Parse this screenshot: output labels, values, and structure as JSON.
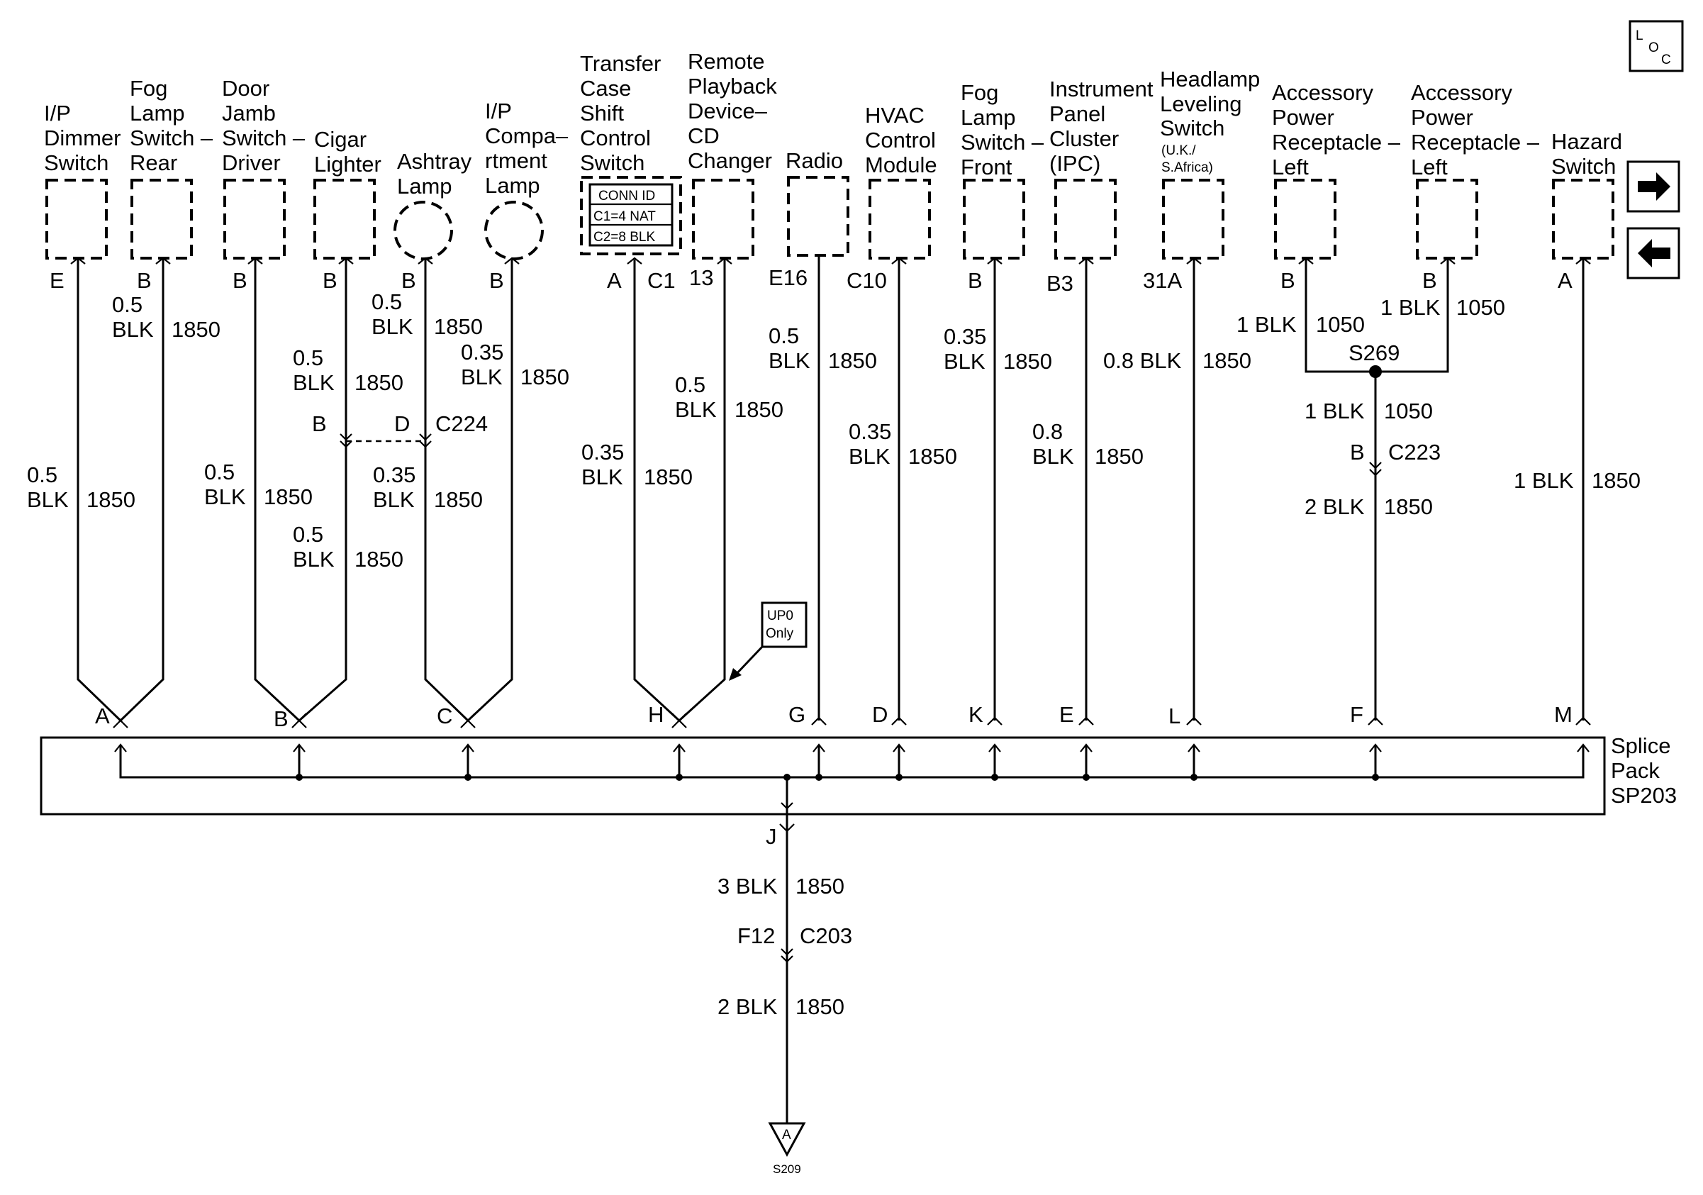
{
  "components": [
    {
      "id": "dimmer",
      "lines": [
        "I/P",
        "Dimmer",
        "Switch"
      ],
      "pin": "E"
    },
    {
      "id": "fog-rear",
      "lines": [
        "Fog",
        "Lamp",
        "Switch –",
        "Rear"
      ],
      "pin": "B"
    },
    {
      "id": "door-jamb",
      "lines": [
        "Door",
        "Jamb",
        "Switch –",
        "Driver"
      ],
      "pin": "B"
    },
    {
      "id": "cigar",
      "lines": [
        "Cigar",
        "Lighter"
      ],
      "pin": "B"
    },
    {
      "id": "ashtray",
      "lines": [
        "Ashtray",
        "Lamp"
      ],
      "pin": "B"
    },
    {
      "id": "compartment",
      "lines": [
        "I/P",
        "Compa–",
        "rtment",
        "Lamp"
      ],
      "pin": "B"
    },
    {
      "id": "transfer-case",
      "lines": [
        "Transfer",
        "Case",
        "Shift",
        "Control",
        "Switch"
      ],
      "pin": "A",
      "pin2": "C1"
    },
    {
      "id": "remote-playback",
      "lines": [
        "Remote",
        "Playback",
        "Device–",
        "CD",
        "Changer"
      ],
      "pin": "13"
    },
    {
      "id": "radio",
      "lines": [
        "Radio"
      ],
      "pin": "E16"
    },
    {
      "id": "hvac",
      "lines": [
        "HVAC",
        "Control",
        "Module"
      ],
      "pin": "C10"
    },
    {
      "id": "fog-front",
      "lines": [
        "Fog",
        "Lamp",
        "Switch –",
        "Front"
      ],
      "pin": "B"
    },
    {
      "id": "ipc",
      "lines": [
        "Instrument",
        "Panel",
        "Cluster",
        "(IPC)"
      ],
      "pin": "B3"
    },
    {
      "id": "headlamp-leveling",
      "lines": [
        "Headlamp",
        "Leveling",
        "Switch"
      ],
      "sublines": [
        "(U.K./",
        "S.Africa)"
      ],
      "pin": "31A"
    },
    {
      "id": "accessory-1",
      "lines": [
        "Accessory",
        "Power",
        "Receptacle –",
        "Left"
      ],
      "pin": "B"
    },
    {
      "id": "accessory-2",
      "lines": [
        "Accessory",
        "Power",
        "Receptacle –",
        "Left"
      ],
      "pin": "B"
    },
    {
      "id": "hazard",
      "lines": [
        "Hazard",
        "Switch"
      ],
      "pin": "A"
    }
  ],
  "conn_id": {
    "title": "CONN ID",
    "c1": "C1=4 NAT",
    "c2": "C2=8 BLK"
  },
  "wires": {
    "dimmer_upper": [
      "0.5",
      "BLK",
      "1850"
    ],
    "fog_rear_upper": [
      "0.5",
      "BLK",
      "1850"
    ],
    "door_jamb_upper": [
      "0.5",
      "BLK",
      "1850"
    ],
    "cigar_upper": [
      "0.5",
      "BLK",
      "1850"
    ],
    "cigar_lower": [
      "0.5",
      "BLK",
      "1850"
    ],
    "ashtray_upper": [
      "0.5",
      "BLK",
      "1850"
    ],
    "ashtray_lower": [
      "0.35",
      "BLK",
      "1850"
    ],
    "compartment_upper": [
      "0.35",
      "BLK",
      "1850"
    ],
    "transfer_upper": [
      "0.35",
      "BLK",
      "1850"
    ],
    "remote_upper": [
      "0.5",
      "BLK",
      "1850"
    ],
    "radio": [
      "0.5",
      "BLK",
      "1850"
    ],
    "hvac": [
      "0.35",
      "BLK",
      "1850"
    ],
    "fog_front": [
      "0.35",
      "BLK",
      "1850"
    ],
    "ipc": [
      "0.8",
      "BLK",
      "1850"
    ],
    "headlamp": [
      "0.8 BLK",
      "1850"
    ],
    "acc1": [
      "1 BLK",
      "1050"
    ],
    "acc2": [
      "1 BLK",
      "1050"
    ],
    "acc_joined": [
      "1 BLK",
      "1050"
    ],
    "acc_lower": [
      "2 BLK",
      "1850"
    ],
    "hazard": [
      "1 BLK",
      "1850"
    ],
    "out_upper": [
      "3 BLK",
      "1850"
    ],
    "out_lower": [
      "2 BLK",
      "1850"
    ]
  },
  "connectors": {
    "c224": {
      "name": "C224",
      "left_pin": "B",
      "right_pin": "D"
    },
    "c223": {
      "name": "C223",
      "pin": "B"
    },
    "c203": {
      "name": "C203",
      "pin": "F12"
    }
  },
  "splice_s269": "S269",
  "up0_note": [
    "UP0",
    "Only"
  ],
  "splice_pack": {
    "lines": [
      "Splice",
      "Pack",
      "SP203"
    ],
    "pins": [
      "A",
      "B",
      "C",
      "H",
      "G",
      "D",
      "K",
      "E",
      "L",
      "F",
      "M"
    ],
    "out_pin": "J"
  },
  "ground": {
    "letter": "A",
    "name": "S209"
  },
  "loc_icon": {
    "l": "L",
    "o": "O",
    "c": "C"
  },
  "nav": {
    "next_icon": "arrow-right",
    "prev_icon": "arrow-left"
  }
}
